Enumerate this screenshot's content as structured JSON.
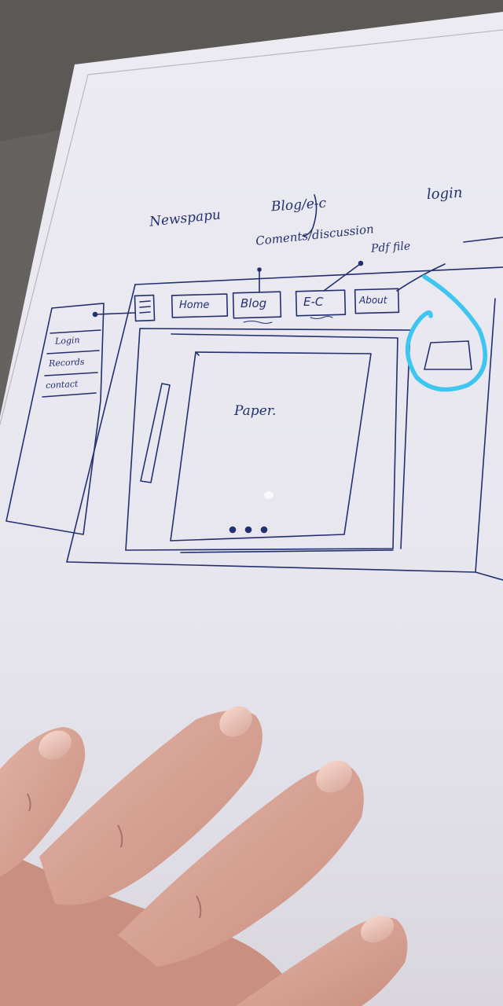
{
  "sketch": {
    "top_notes": {
      "newspaper": "Newspapu",
      "blog_ec": "Blog/e-c",
      "login": "login",
      "comments_discussion": "Coments/discussion",
      "pdf_file": "Pdf file"
    },
    "nav": {
      "menu_icon": "menu-icon",
      "items": [
        "Home",
        "Blog",
        "E-C",
        "About"
      ]
    },
    "sidebar": {
      "items": [
        "Login",
        "Records",
        "contact"
      ]
    },
    "main": {
      "paper_label": "Paper."
    },
    "colors": {
      "paper": "#ecebf3",
      "ink": "#23306f",
      "highlight": "#3fc6f0",
      "skin": "#d9a598"
    }
  }
}
